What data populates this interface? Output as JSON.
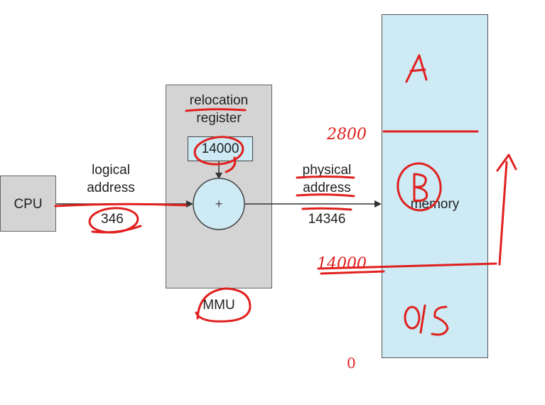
{
  "diagram": {
    "cpu": {
      "label": "CPU"
    },
    "logical_address": {
      "line1": "logical",
      "line2": "address",
      "value": "346"
    },
    "mmu": {
      "label": "MMU",
      "relocation_register": {
        "line1": "relocation",
        "line2": "register",
        "value": "14000"
      },
      "adder_symbol": "+"
    },
    "physical_address": {
      "line1": "physical",
      "line2": "address",
      "value": "14346"
    },
    "memory": {
      "label": "memory"
    }
  },
  "annotations": {
    "mark_2800": "2800",
    "mark_14000": "14000",
    "mark_0": "0",
    "segment_a": "A",
    "segment_b": "B",
    "segment_os": "O/S"
  },
  "colors": {
    "mmu_fill": "#d4d4d4",
    "memory_fill": "#cdeaf5",
    "adder_fill": "#cdeaf5",
    "ink_red": "#e0201e",
    "border": "#555555"
  }
}
